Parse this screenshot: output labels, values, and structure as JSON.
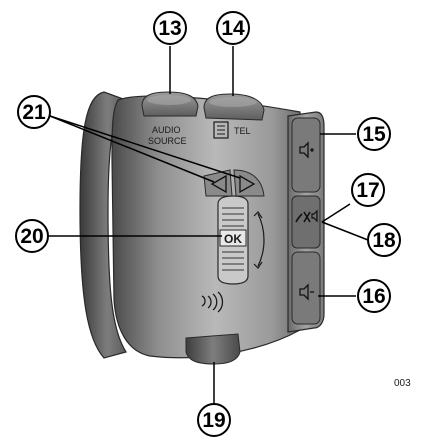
{
  "diagram": {
    "figure_code": "003",
    "button_labels": {
      "audio_line1": "AUDIO",
      "audio_line2": "SOURCE",
      "tel": "TEL",
      "ok": "OK"
    },
    "callouts": {
      "c13": "13",
      "c14": "14",
      "c15": "15",
      "c16": "16",
      "c17": "17",
      "c18": "18",
      "c19": "19",
      "c20": "20",
      "c21": "21"
    },
    "icons": [
      "volume-up-icon",
      "volume-down-icon",
      "phone-mute-icon",
      "tel-book-icon",
      "voice-command-icon",
      "left-arrow-icon",
      "right-arrow-icon",
      "scroll-wheel-icon"
    ]
  }
}
